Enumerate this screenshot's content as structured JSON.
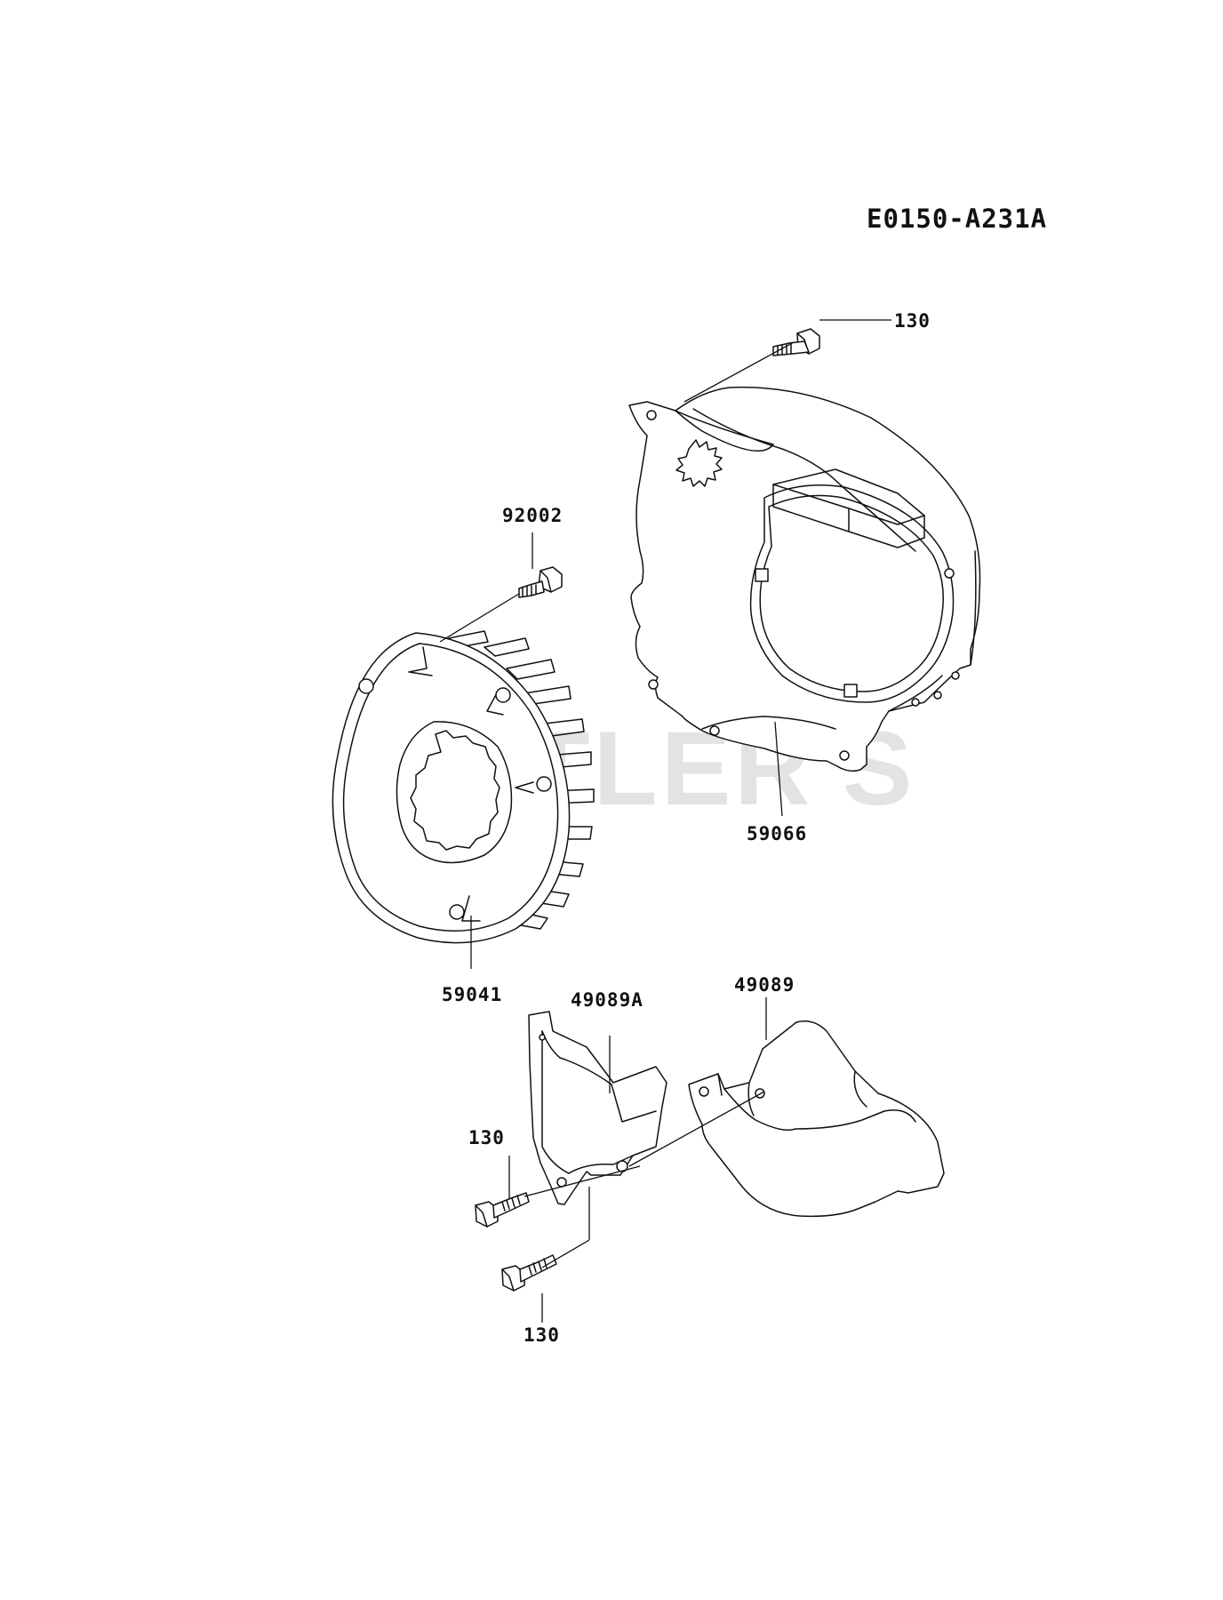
{
  "diagram": {
    "code": "E0150-A231A",
    "watermark": "CUTLER'S",
    "callouts": {
      "bolt_top": "130",
      "bolt_flywheel": "92002",
      "fan_housing": "59066",
      "flywheel_fan": "59041",
      "guard_a": "49089A",
      "guard": "49089",
      "bolt_left": "130",
      "bolt_bottom": "130"
    }
  }
}
